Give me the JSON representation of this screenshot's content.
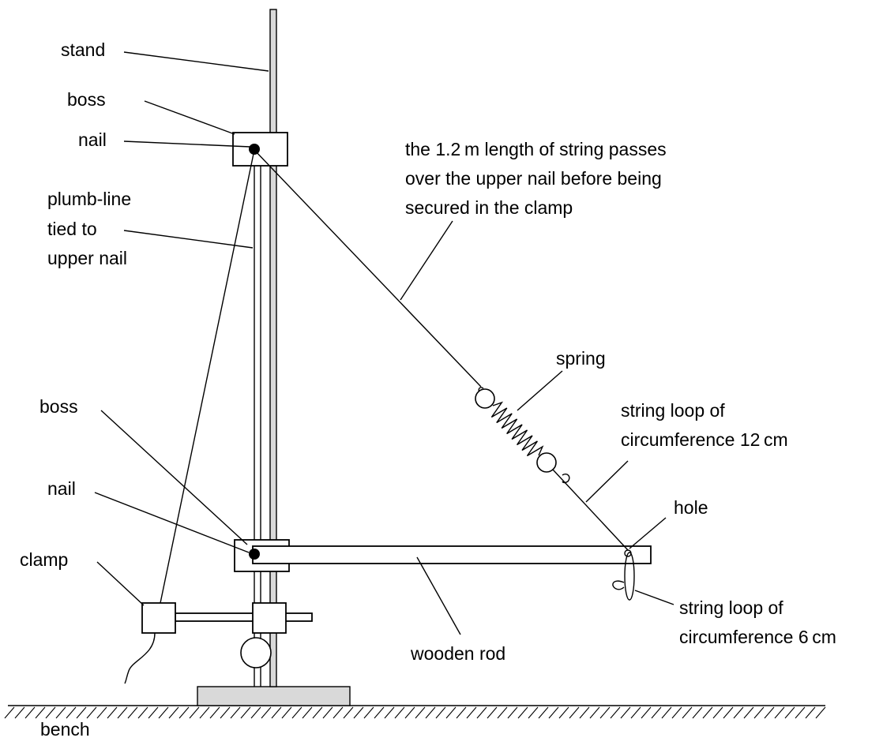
{
  "labels": {
    "stand": "stand",
    "boss_upper": "boss",
    "nail_upper": "nail",
    "plumb_line": [
      "plumb-line",
      "tied to",
      "upper nail"
    ],
    "string_note": [
      "the 1.2 m length of string passes",
      "over the upper nail before being",
      "secured in the clamp"
    ],
    "spring": "spring",
    "string_loop_12": [
      "string loop of",
      "circumference 12 cm"
    ],
    "boss_lower": "boss",
    "nail_lower": "nail",
    "hole": "hole",
    "clamp": "clamp",
    "wooden_rod": "wooden rod",
    "string_loop_6": [
      "string loop of",
      "circumference 6 cm"
    ],
    "bench": "bench"
  },
  "colors": {
    "line": "#000000",
    "background": "#ffffff",
    "stand_fill": "#d9d9d9"
  }
}
